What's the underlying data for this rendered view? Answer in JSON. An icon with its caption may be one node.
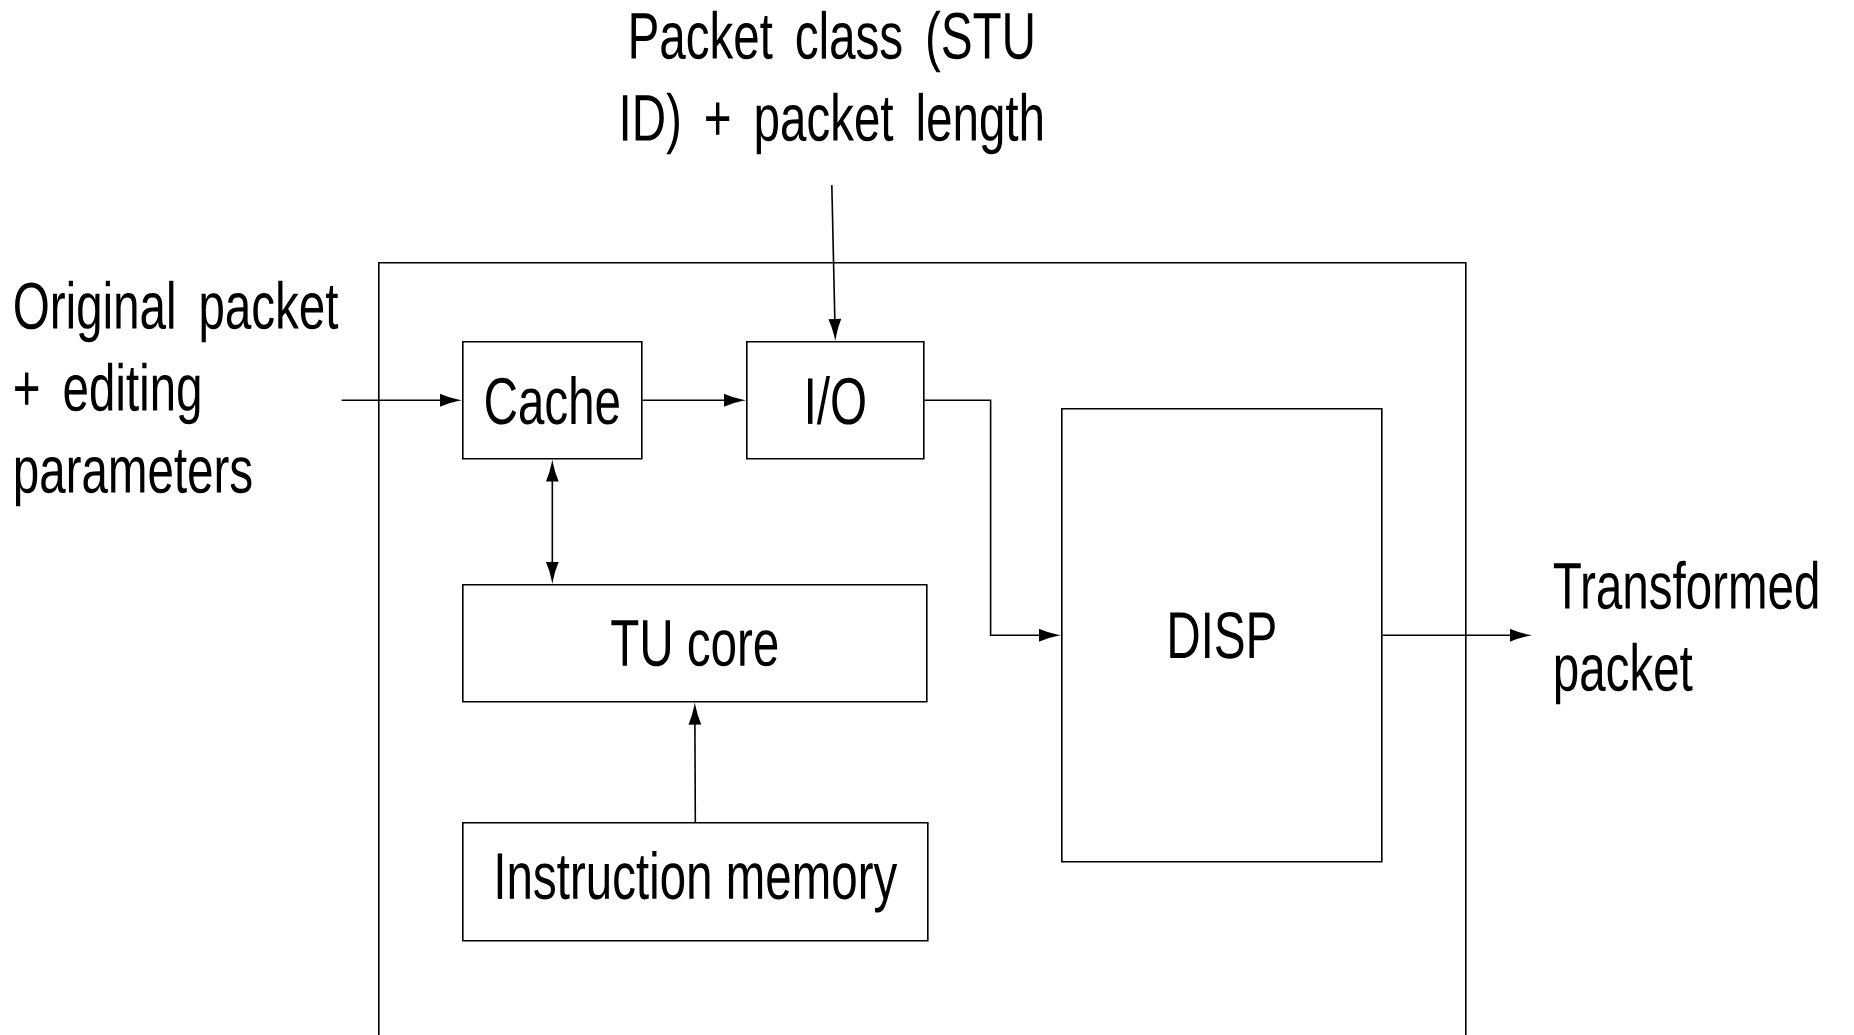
{
  "diagram": {
    "nodes": [
      {
        "text": [],
        "shape": "box"
      },
      {
        "text": [
          "Cache"
        ],
        "in": 0
      },
      {
        "text": [
          "I/O"
        ],
        "in": 0
      },
      {
        "text": [
          "TU core"
        ],
        "in": 0
      },
      {
        "text": [
          "Instruction memory"
        ],
        "in": 0
      },
      {
        "text": [
          "DISP"
        ],
        "in": 0
      },
      {
        "text": [
          "Original packet + editing parameters"
        ]
      },
      {
        "text": [
          "Packet class (STU ID) + packet length"
        ]
      },
      {
        "text": [
          "Transformed packet"
        ]
      }
    ],
    "edges": [
      {
        "from": 6,
        "to": 1,
        "arrow": "to"
      },
      {
        "from": 1,
        "to": 2,
        "arrow": "to"
      },
      {
        "from": 7,
        "to": 2,
        "arrow": "to"
      },
      {
        "from": 1,
        "to": 3,
        "arrow": "both"
      },
      {
        "from": 4,
        "to": 3,
        "arrow": "to"
      },
      {
        "from": 2,
        "to": 5,
        "arrow": "to"
      },
      {
        "from": 5,
        "to": 8,
        "arrow": "to"
      }
    ]
  }
}
